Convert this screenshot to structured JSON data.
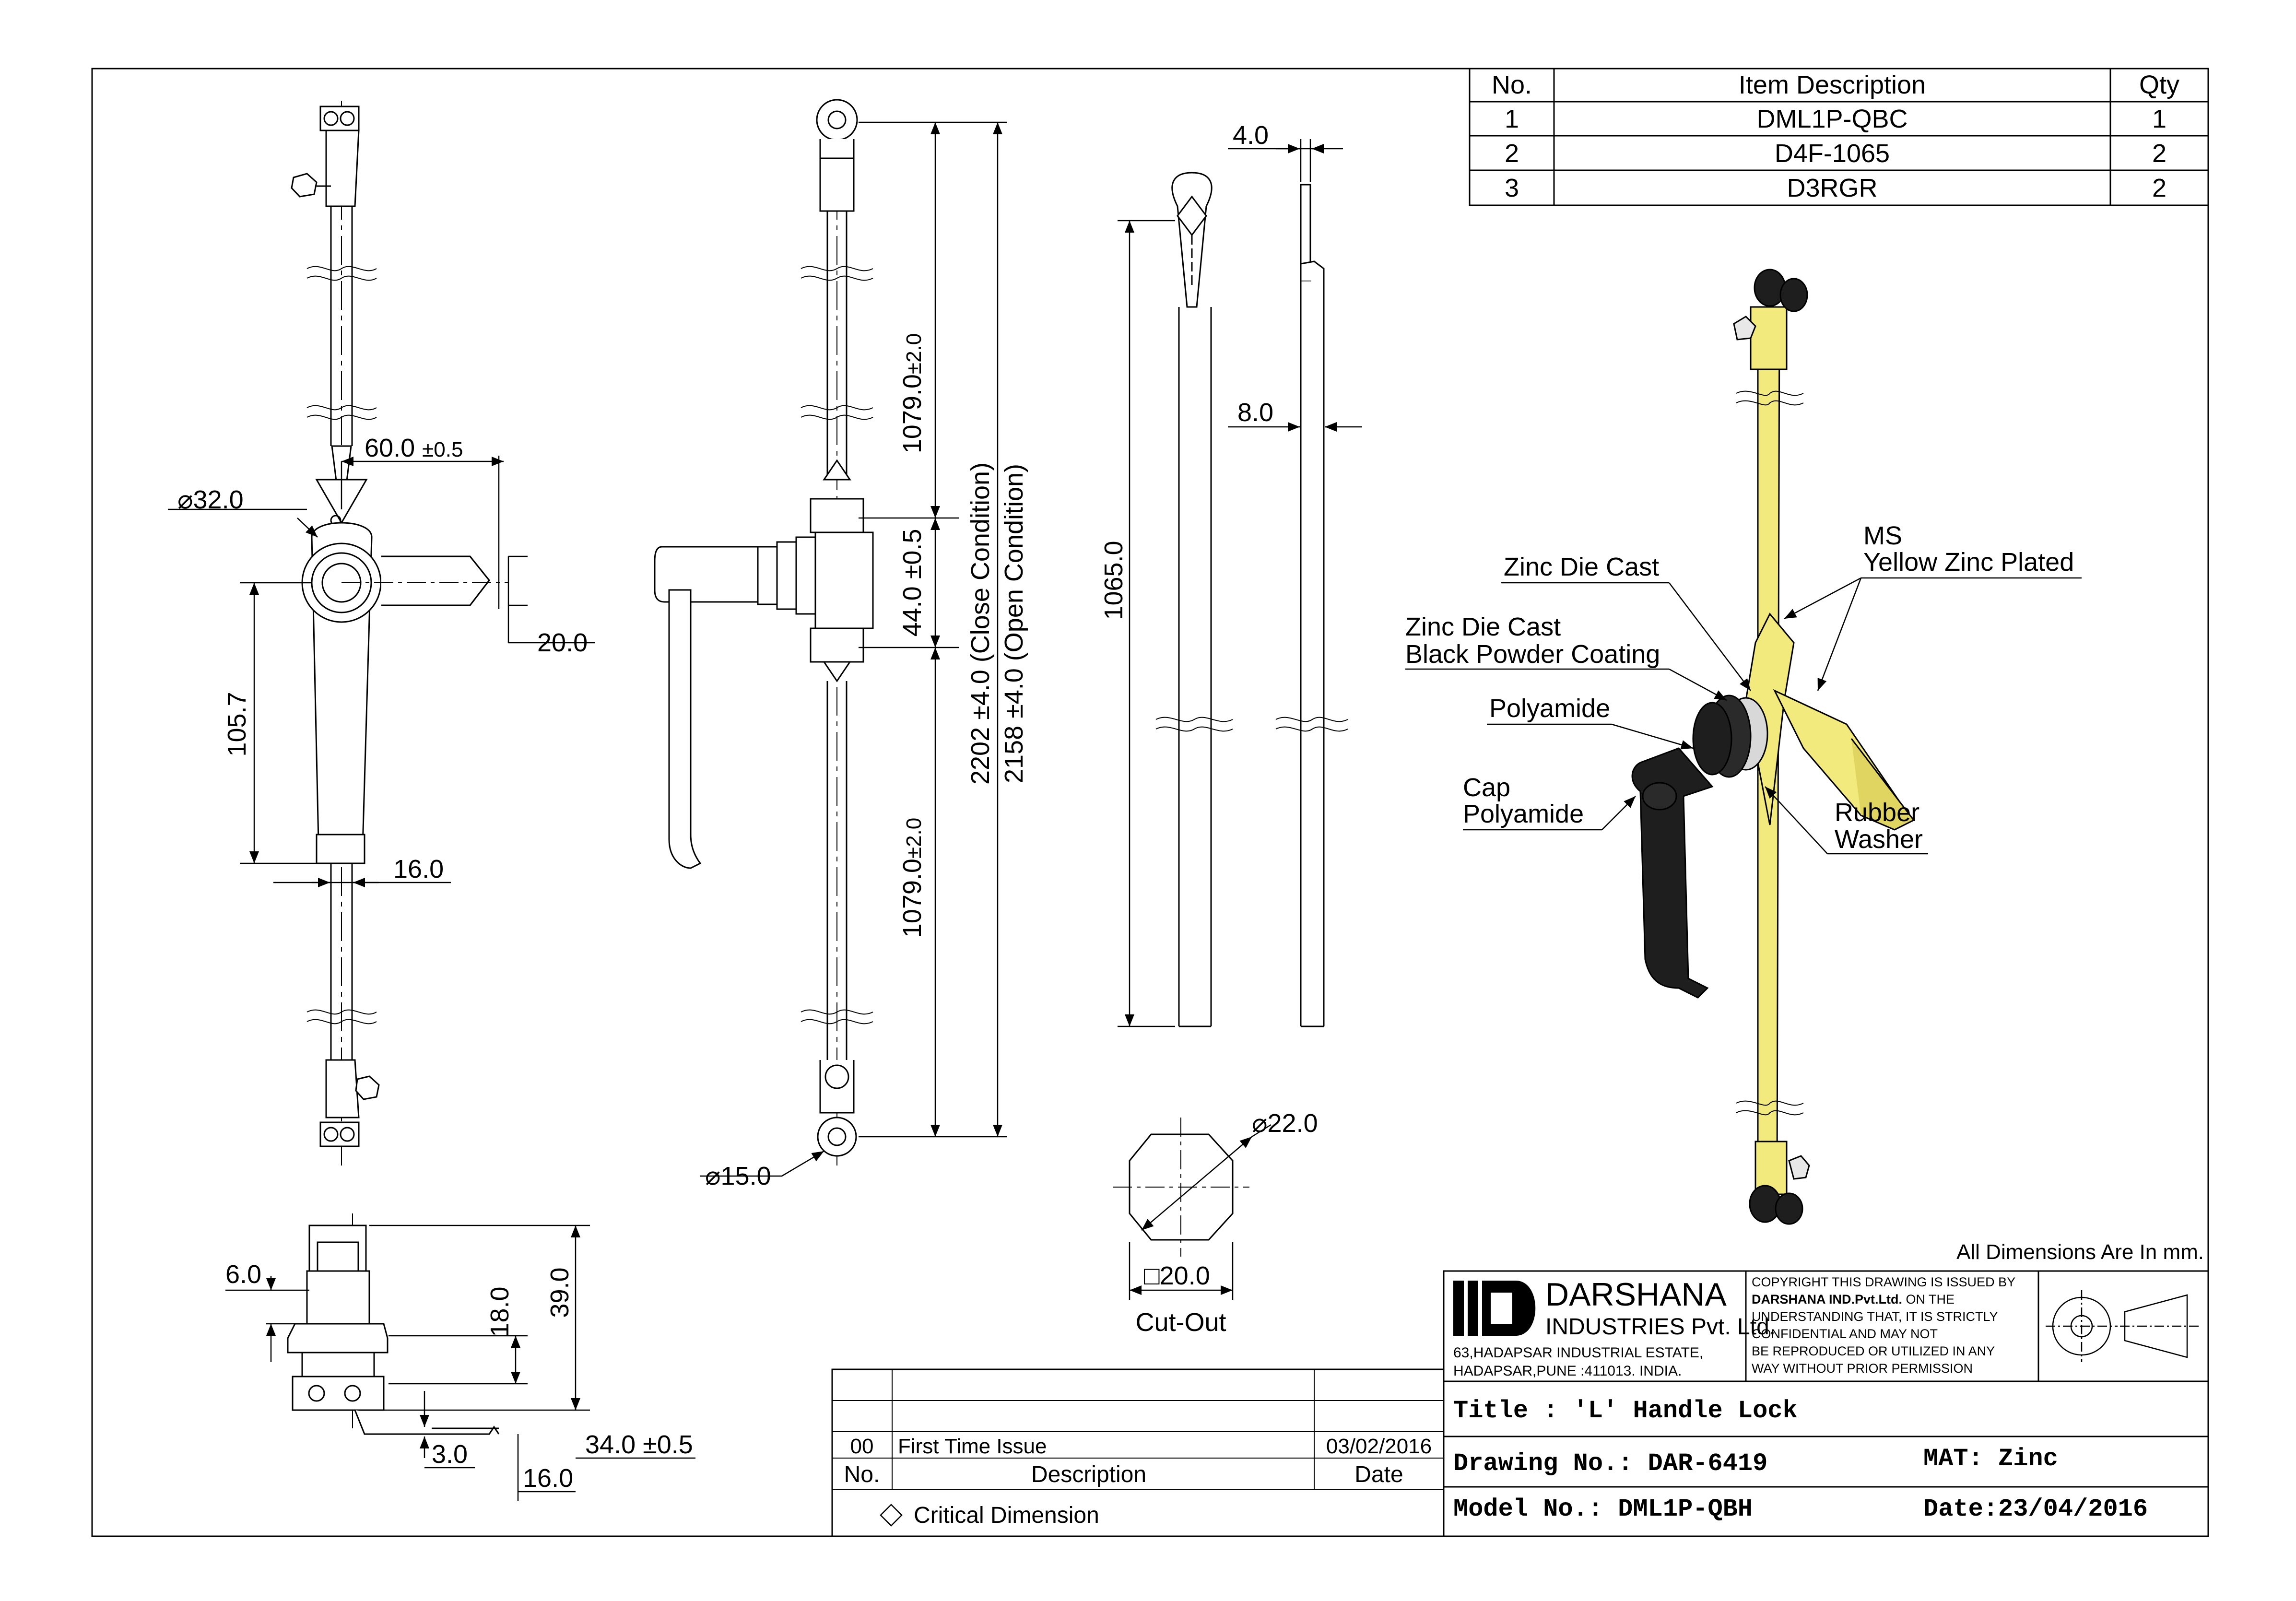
{
  "bom": {
    "headers": [
      "No.",
      "Item Description",
      "Qty"
    ],
    "rows": [
      [
        "1",
        "DML1P-QBC",
        "1"
      ],
      [
        "2",
        "D4F-1065",
        "2"
      ],
      [
        "3",
        "D3RGR",
        "2"
      ]
    ]
  },
  "dims": {
    "d32": "32.0",
    "w60": "60.0",
    "w60_tol": "±0.5",
    "w20": "20.0",
    "h105": "105.7",
    "w16": "16.0",
    "h1079_top": "1079.0",
    "h1079_bottom": "1079.0",
    "tol2": "±2.0",
    "h44": "44.0 ±0.5",
    "total_close": "2202 ±4.0 (Close Condition)",
    "total_open": "2158 ±4.0 (Open Condition)",
    "d15": "15.0",
    "t4": "4.0",
    "w8": "8.0",
    "h1065": "1065.0",
    "d22": "22.0",
    "sq20": "20.0",
    "cutout": "Cut-Out",
    "s6": "6.0",
    "s18": "18.0",
    "s39": "39.0",
    "s3": "3.0",
    "s16": "16.0",
    "s34": "34.0 ±0.5"
  },
  "callouts": {
    "ms": "MS",
    "yellow_zinc": "Yellow Zinc Plated",
    "zinc_die_cast": "Zinc Die Cast",
    "zinc_die_cast_2": "Zinc Die Cast",
    "black_powder": "Black Powder Coating",
    "polyamide": "Polyamide",
    "cap": "Cap",
    "cap_polyamide": "Polyamide",
    "rubber": "Rubber",
    "washer": "Washer"
  },
  "note_units": "All Dimensions Are In mm.",
  "company": {
    "name": "DARSHANA",
    "sub": "INDUSTRIES Pvt. Ltd.",
    "addr1": "63,HADAPSAR INDUSTRIAL ESTATE,",
    "addr2": "HADAPSAR,PUNE :411013. INDIA."
  },
  "copyright": {
    "line1": "COPYRIGHT THIS DRAWING IS ISSUED BY",
    "line2_bold": "DARSHANA IND.Pvt.Ltd.",
    "line2_rest": " ON THE",
    "line3": "UNDERSTANDING THAT, IT IS STRICTLY",
    "line4": "CONFIDENTIAL AND MAY NOT",
    "line5": "BE REPRODUCED OR UTILIZED IN ANY",
    "line6": "WAY WITHOUT PRIOR PERMISSION"
  },
  "title_block": {
    "title": "Title : 'L' Handle Lock",
    "drawing_no": "Drawing No.: DAR-6419",
    "mat": "MAT: Zinc",
    "model_no": "Model No.: DML1P-QBH",
    "date": "Date:23/04/2016"
  },
  "revision": {
    "rows": [
      [
        "00",
        "First Time Issue",
        "03/02/2016"
      ]
    ],
    "headers": [
      "No.",
      "Description",
      "Date"
    ],
    "critical": "Critical Dimension"
  },
  "colors": {
    "rod_yellow": "#f2ea7c",
    "handle_black": "#1e1e1e",
    "line": "#000000"
  }
}
